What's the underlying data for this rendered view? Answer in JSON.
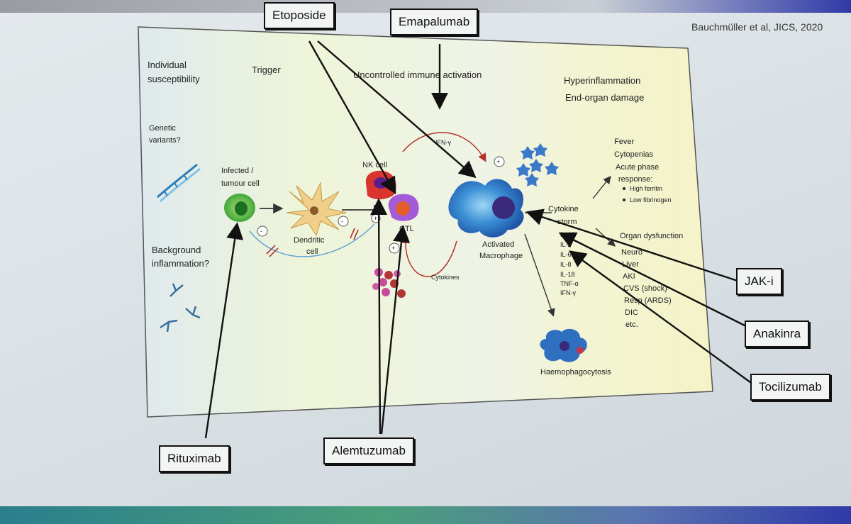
{
  "citation": "Bauchmüller et al, JICS, 2020",
  "stages": {
    "individual": "Individual",
    "susceptibility": "susceptibility",
    "trigger": "Trigger",
    "uncontrolled": "Uncontrolled immune activation",
    "hyperinflammation": "Hyperinflammation",
    "end_organ": "End-organ damage"
  },
  "left_labels": {
    "genetic_1": "Genetic",
    "genetic_2": "variants?",
    "background_1": "Background",
    "background_2": "inflammation?"
  },
  "cells": {
    "infected_1": "Infected /",
    "infected_2": "tumour cell",
    "dendritic_1": "Dendritic",
    "dendritic_2": "cell",
    "nk": "NK cell",
    "ctl": "CTL",
    "macrophage_1": "Activated",
    "macrophage_2": "Macrophage",
    "haemophagocytosis": "Haemophagocytosis",
    "ifn": "IFN-γ",
    "cytokines": "Cytokines"
  },
  "storm": {
    "line1": "Cytokine",
    "line2": "storm",
    "cytokine_list": [
      "IL-1β",
      "IL-2",
      "IL-6",
      "IL-8",
      "IL-18",
      "TNF-α",
      "IFN-γ"
    ]
  },
  "response": {
    "items": [
      "Fever",
      "Cytopenias",
      "Acute phase",
      "response:"
    ],
    "bullets": [
      "High ferritin",
      "Low fibrinogen"
    ]
  },
  "organ": {
    "title": "Organ dysfunction",
    "items": [
      "Neuro",
      "Liver",
      "AKI",
      "CVS (shock)",
      "Resp (ARDS)",
      "DIC",
      "etc."
    ]
  },
  "drugs": {
    "etoposide": "Etoposide",
    "emapalumab": "Emapalumab",
    "jak": "JAK-i",
    "anakinra": "Anakinra",
    "tocilizumab": "Tocilizumab",
    "rituximab": "Rituximab",
    "alemtuzumab": "Alemtuzumab"
  },
  "colors": {
    "infected": "#3fae3a",
    "dendritic": "#e8c27a",
    "nk": "#d9352e",
    "ctl": "#9b4fcf",
    "macrophage": "#2b6fc4"
  }
}
